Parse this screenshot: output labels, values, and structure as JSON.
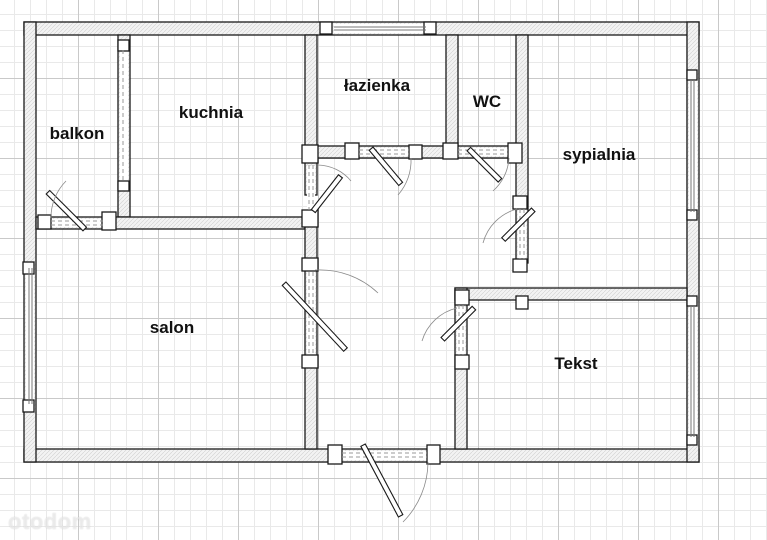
{
  "plan": {
    "rooms": [
      {
        "key": "balkon",
        "label": "balkon"
      },
      {
        "key": "kuchnia",
        "label": "kuchnia"
      },
      {
        "key": "lazienka",
        "label": "łazienka"
      },
      {
        "key": "wc",
        "label": "WC"
      },
      {
        "key": "sypialnia",
        "label": "sypialnia"
      },
      {
        "key": "salon",
        "label": "salon"
      },
      {
        "key": "tekst",
        "label": "Tekst"
      }
    ],
    "watermark": "otodom"
  },
  "colors": {
    "wall_fill": "#f4f4f4",
    "wall_stroke": "#1a1a1a",
    "grid_major": "#c9c9c9",
    "grid_minor": "#e9e9e9"
  }
}
